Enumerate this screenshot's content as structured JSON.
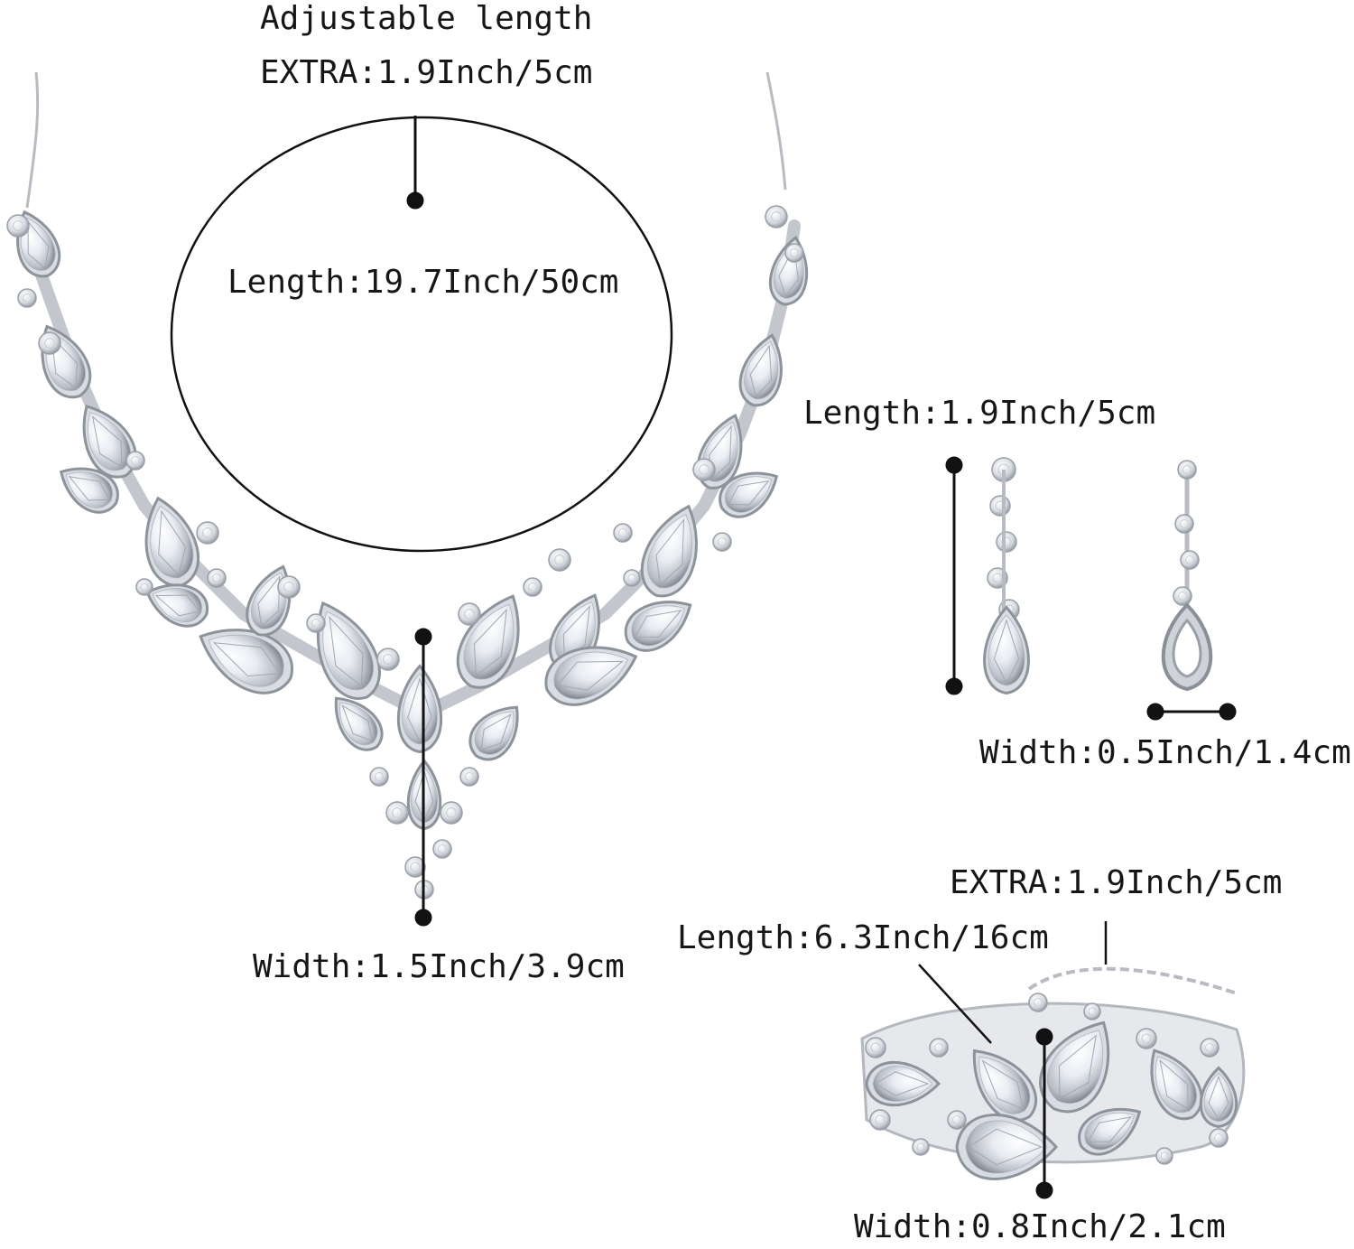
{
  "labels": {
    "necklace_adjustable": "Adjustable length",
    "necklace_extra": "EXTRA:1.9Inch/5cm",
    "necklace_length": "Length:19.7Inch/50cm",
    "necklace_width": "Width:1.5Inch/3.9cm",
    "earring_length": "Length:1.9Inch/5cm",
    "earring_width": "Width:0.5Inch/1.4cm",
    "bracelet_extra": "EXTRA:1.9Inch/5cm",
    "bracelet_length": "Length:6.3Inch/16cm",
    "bracelet_width": "Width:0.8Inch/2.1cm"
  },
  "colors": {
    "background": "#ffffff",
    "annotation": "#111111",
    "metal": "#c9cbd1",
    "crystal_light": "#f4f6fa",
    "crystal_dark": "#8e939c"
  },
  "products": [
    "necklace",
    "earring-front",
    "earring-back",
    "bracelet"
  ]
}
